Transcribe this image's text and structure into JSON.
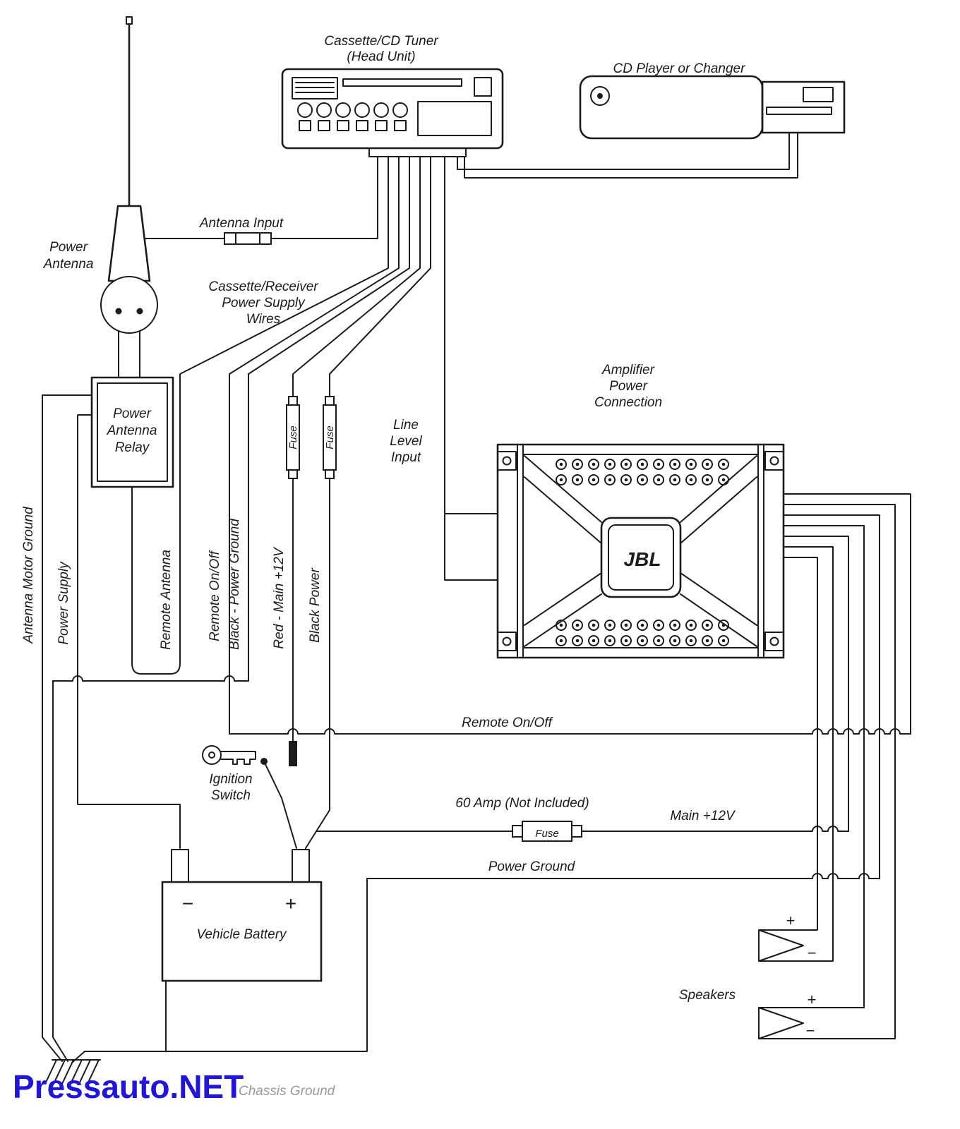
{
  "colors": {
    "line": "#1b1b1b",
    "watermark_blue": "#2016d9",
    "muted_grey": "#9a9a9a"
  },
  "labels": {
    "head_unit_title_1": "Cassette/CD Tuner",
    "head_unit_title_2": "(Head Unit)",
    "cd_player": "CD Player or Changer",
    "antenna_input": "Antenna Input",
    "power_antenna_1": "Power",
    "power_antenna_2": "Antenna",
    "cassette_wires_1": "Cassette/Receiver",
    "cassette_wires_2": "Power Supply",
    "cassette_wires_3": "Wires",
    "relay_1": "Power",
    "relay_2": "Antenna",
    "relay_3": "Relay",
    "amplifier_1": "Amplifier",
    "amplifier_2": "Power",
    "amplifier_3": "Connection",
    "line_level_1": "Line",
    "line_level_2": "Level",
    "line_level_3": "Input",
    "jbl_logo": "JBL",
    "wire_antenna_motor_ground": "Antenna Motor Ground",
    "wire_power_supply": "Power Supply",
    "wire_remote_antenna": "Remote Antenna",
    "wire_remote_on_off": "Remote On/Off",
    "wire_black_power_ground": "Black - Power Ground",
    "wire_red_main_12v": "Red - Main +12V",
    "wire_black_power": "Black Power",
    "fuse_left": "Fuse",
    "fuse_right": "Fuse",
    "fuse_inline": "Fuse",
    "remote_on_off_bus": "Remote On/Off",
    "ignition_1": "Ignition",
    "ignition_2": "Switch",
    "amp_fuse_note": "60 Amp (Not Included)",
    "main_12v": "Main +12V",
    "power_ground": "Power Ground",
    "vehicle_battery": "Vehicle Battery",
    "battery_minus": "−",
    "battery_plus": "+",
    "speakers": "Speakers",
    "sp1_plus": "+",
    "sp1_minus": "−",
    "sp2_plus": "+",
    "sp2_minus": "−",
    "chassis_ground": "Chassis Ground",
    "watermark": "Pressauto.NET"
  }
}
